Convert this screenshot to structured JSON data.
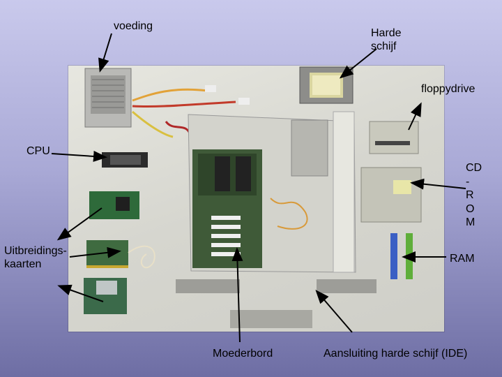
{
  "labels": {
    "voeding": "voeding",
    "harde_schijf": "Harde\nschijf",
    "floppydrive": "floppydrive",
    "cpu": "CPU",
    "cdrom": "CD\n-\nR\nO\nM",
    "uitbreidingskaarten": "Uitbreidings-\nkaarten",
    "ram": "RAM",
    "moederbord": "Moederbord",
    "ide": "Aansluiting harde schijf (IDE)"
  },
  "colors": {
    "background_top": "#c9c9ec",
    "background_bottom": "#6e6ea4",
    "arrow": "#000000"
  }
}
